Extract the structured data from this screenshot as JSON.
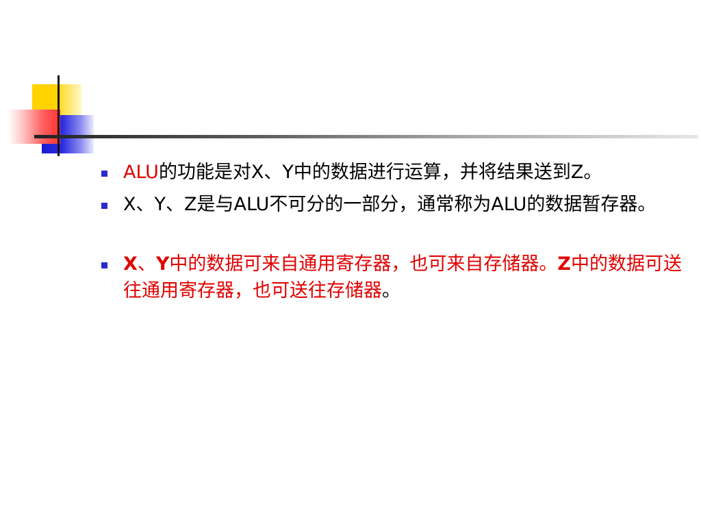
{
  "bullets": [
    {
      "segments": [
        {
          "text": "ALU",
          "color": "#e00000",
          "bold": false
        },
        {
          "text": "的功能是对X、Y中的数据进行运算，并将结果送到Z。",
          "color": "#000000",
          "bold": false
        }
      ]
    },
    {
      "segments": [
        {
          "text": "X、Y、Z是与ALU不可分的一部分，通常称为ALU的数据暂存器。",
          "color": "#000000",
          "bold": false
        }
      ]
    },
    {
      "segments": [
        {
          "text": "X",
          "color": "#e00000",
          "bold": true
        },
        {
          "text": "、",
          "color": "#e00000",
          "bold": false
        },
        {
          "text": "Y",
          "color": "#e00000",
          "bold": true
        },
        {
          "text": "中的数据可来自通用寄存器，也可来自存储器。",
          "color": "#e00000",
          "bold": false
        },
        {
          "text": "Z",
          "color": "#e00000",
          "bold": true
        },
        {
          "text": "中的数据可送往通用寄存器，也可送往存储器",
          "color": "#e00000",
          "bold": false
        },
        {
          "text": "。",
          "color": "#000000",
          "bold": false
        }
      ]
    }
  ],
  "colors": {
    "accent_red": "#e00000",
    "bullet_marker": "#2b2bcf",
    "deco_yellow": "#ffd200",
    "deco_blue": "#1a1acc",
    "deco_red": "#ff3030"
  }
}
